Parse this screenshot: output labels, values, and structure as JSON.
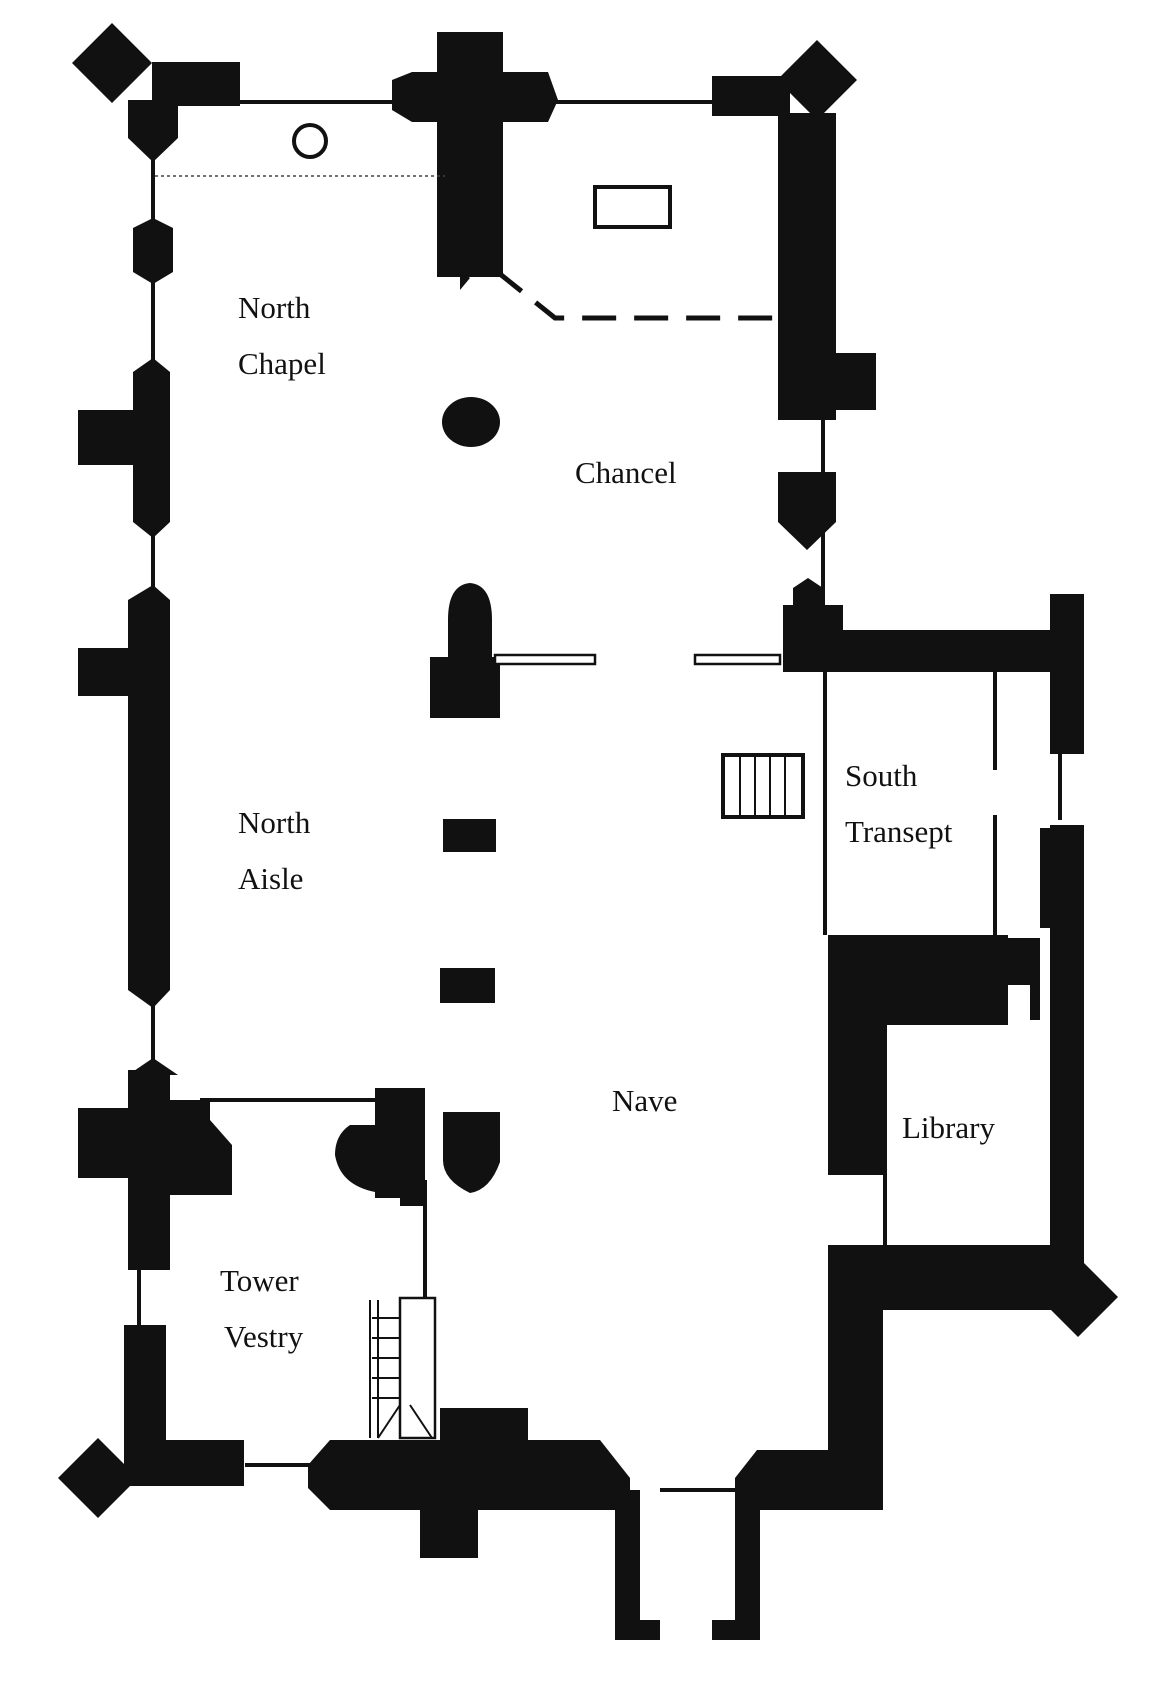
{
  "rooms": {
    "north_chapel": [
      "North",
      "Chapel"
    ],
    "chancel": [
      "Chancel"
    ],
    "south_transept": [
      "South",
      "Transept"
    ],
    "north_aisle": [
      "North",
      "Aisle"
    ],
    "nave": [
      "Nave"
    ],
    "library": [
      "Library"
    ],
    "tower_vestry": [
      "Tower",
      "Vestry"
    ]
  },
  "colors": {
    "wall": "#111111",
    "background": "#ffffff"
  }
}
